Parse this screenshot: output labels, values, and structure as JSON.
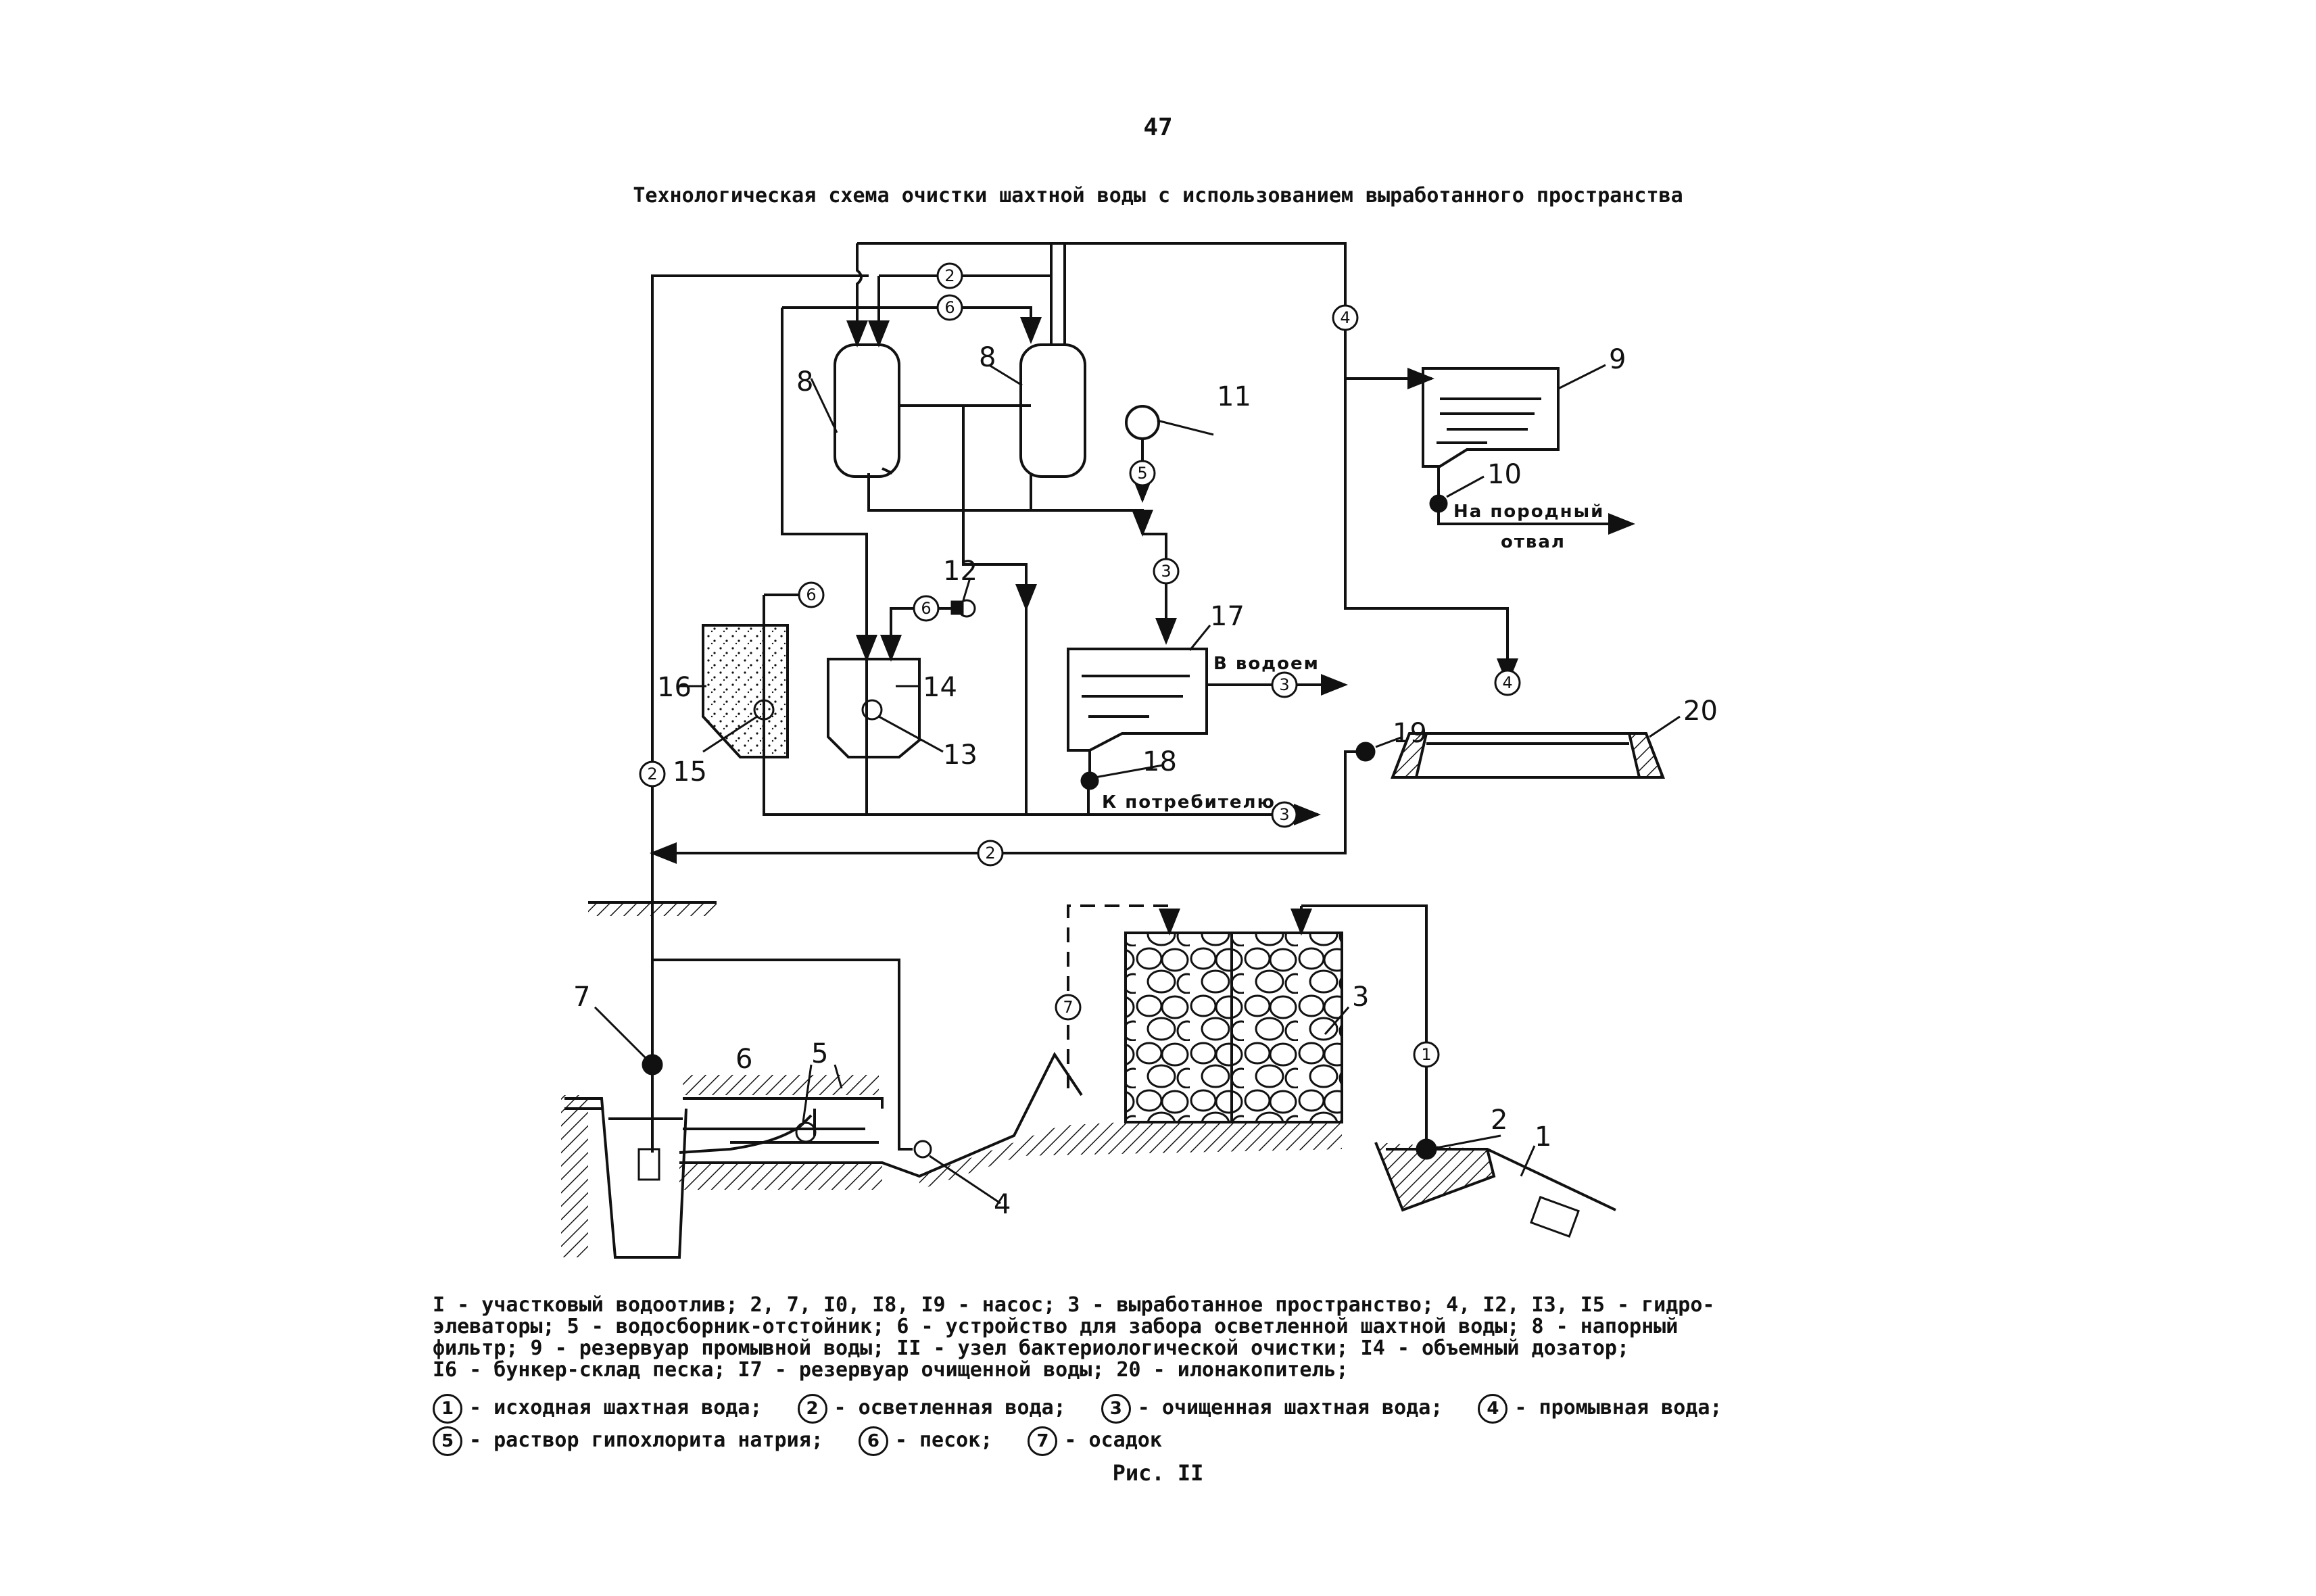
{
  "page_number": "47",
  "title": "Технологическая схема очистки шахтной воды с использованием выработанного пространства",
  "annotations": {
    "na_porodny": "На породный",
    "otval": "отвал",
    "v_vodoem": "В водоем",
    "k_potrebitelyu": "К потребителю"
  },
  "node_numbers": {
    "n1": "1",
    "n2": "2",
    "n3": "3",
    "n4": "4",
    "n5": "5",
    "n6": "6",
    "n7": "7",
    "n8a": "8",
    "n8b": "8",
    "n9": "9",
    "n10": "10",
    "n11": "11",
    "n12": "12",
    "n13": "13",
    "n14": "14",
    "n15": "15",
    "n16": "16",
    "n17": "17",
    "n18": "18",
    "n19": "19",
    "n20": "20"
  },
  "flow_marks": {
    "f1": "1",
    "f2": "2",
    "f3": "3",
    "f4": "4",
    "f5": "5",
    "f6": "6",
    "f7": "7"
  },
  "legend": {
    "lines": [
      "I - участковый водоотлив;  2, 7, I0, I8, I9 - насос;  3 - выработанное пространство;  4, I2, I3, I5 - гидро-",
      "элеваторы;  5 - водосборник-отстойник;  6 - устройство для забора осветленной шахтной воды;  8 - напорный",
      "фильтр;  9 - резервуар промывной воды;  II - узел бактериологической очистки;  I4 - объемный дозатор;",
      "I6 - бункер-склад песка;  I7 - резервуар очищенной воды;  20 - илонакопитель;"
    ],
    "keys": [
      {
        "num": "1",
        "text": "- исходная шахтная вода;"
      },
      {
        "num": "2",
        "text": "- осветленная вода;"
      },
      {
        "num": "3",
        "text": "- очищенная шахтная вода;"
      },
      {
        "num": "4",
        "text": "- промывная вода;"
      },
      {
        "num": "5",
        "text": "- раствор гипохлорита натрия;"
      },
      {
        "num": "6",
        "text": "- песок;"
      },
      {
        "num": "7",
        "text": "- осадок"
      }
    ]
  },
  "caption": "Рис. II"
}
